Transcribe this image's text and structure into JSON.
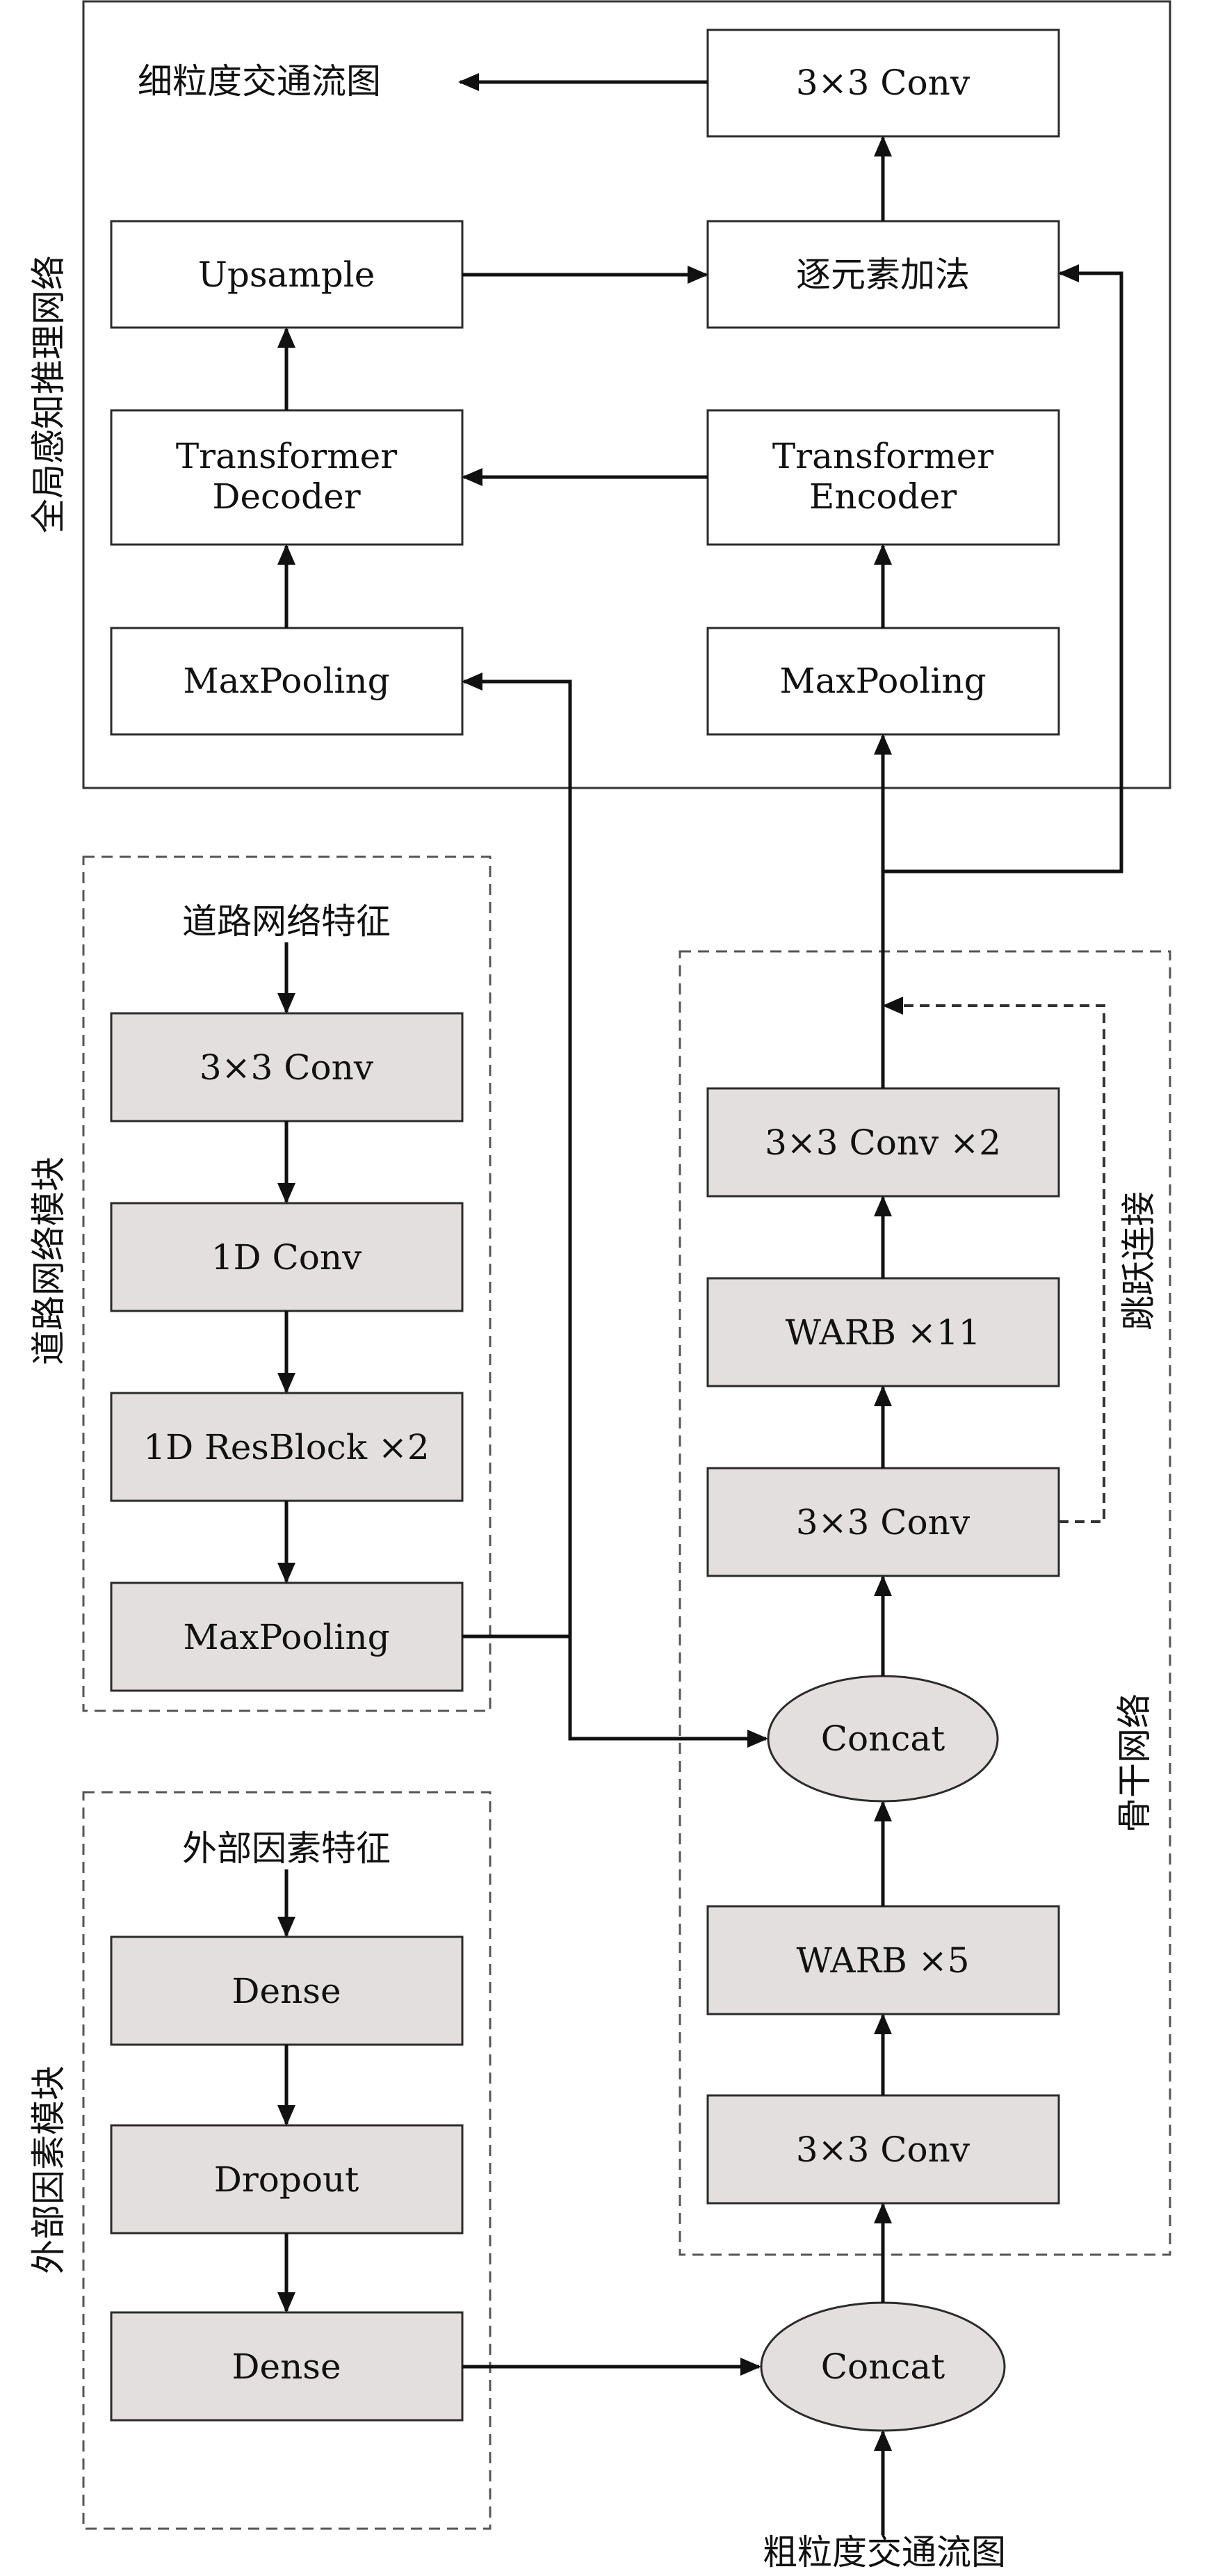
{
  "groups": {
    "global": "全局感知推理网络",
    "road": "道路网络模块",
    "external": "外部因素模块",
    "backbone": "骨干网络"
  },
  "inputs": {
    "road_features": "道路网络特征",
    "external_features": "外部因素特征",
    "coarse_flow": "粗粒度交通流图"
  },
  "output": "细粒度交通流图",
  "nodes": {
    "conv_out": "3×3 Conv",
    "upsample": "Upsample",
    "elementwise_add": "逐元素加法",
    "decoder_line1": "Transformer",
    "decoder_line2": "Decoder",
    "encoder_line1": "Transformer",
    "encoder_line2": "Encoder",
    "maxpool_left": "MaxPooling",
    "maxpool_right": "MaxPooling",
    "road_conv": "3×3 Conv",
    "road_1dconv": "1D Conv",
    "road_resblock": "1D ResBlock ×2",
    "road_maxpool": "MaxPooling",
    "ext_dense1": "Dense",
    "ext_dropout": "Dropout",
    "ext_dense2": "Dense",
    "bb_conv_x2": "3×3 Conv  ×2",
    "bb_warb11": "WARB ×11",
    "bb_conv_mid": "3×3 Conv",
    "bb_concat_top": "Concat",
    "bb_warb5": "WARB ×5",
    "bb_conv_bottom": "3×3 Conv",
    "concat_bottom": "Concat"
  },
  "skip_label": "跳跃连接",
  "colors": {
    "box_fill": "#e4dfdf",
    "stroke": "#2b2b2b",
    "text": "#111111"
  }
}
